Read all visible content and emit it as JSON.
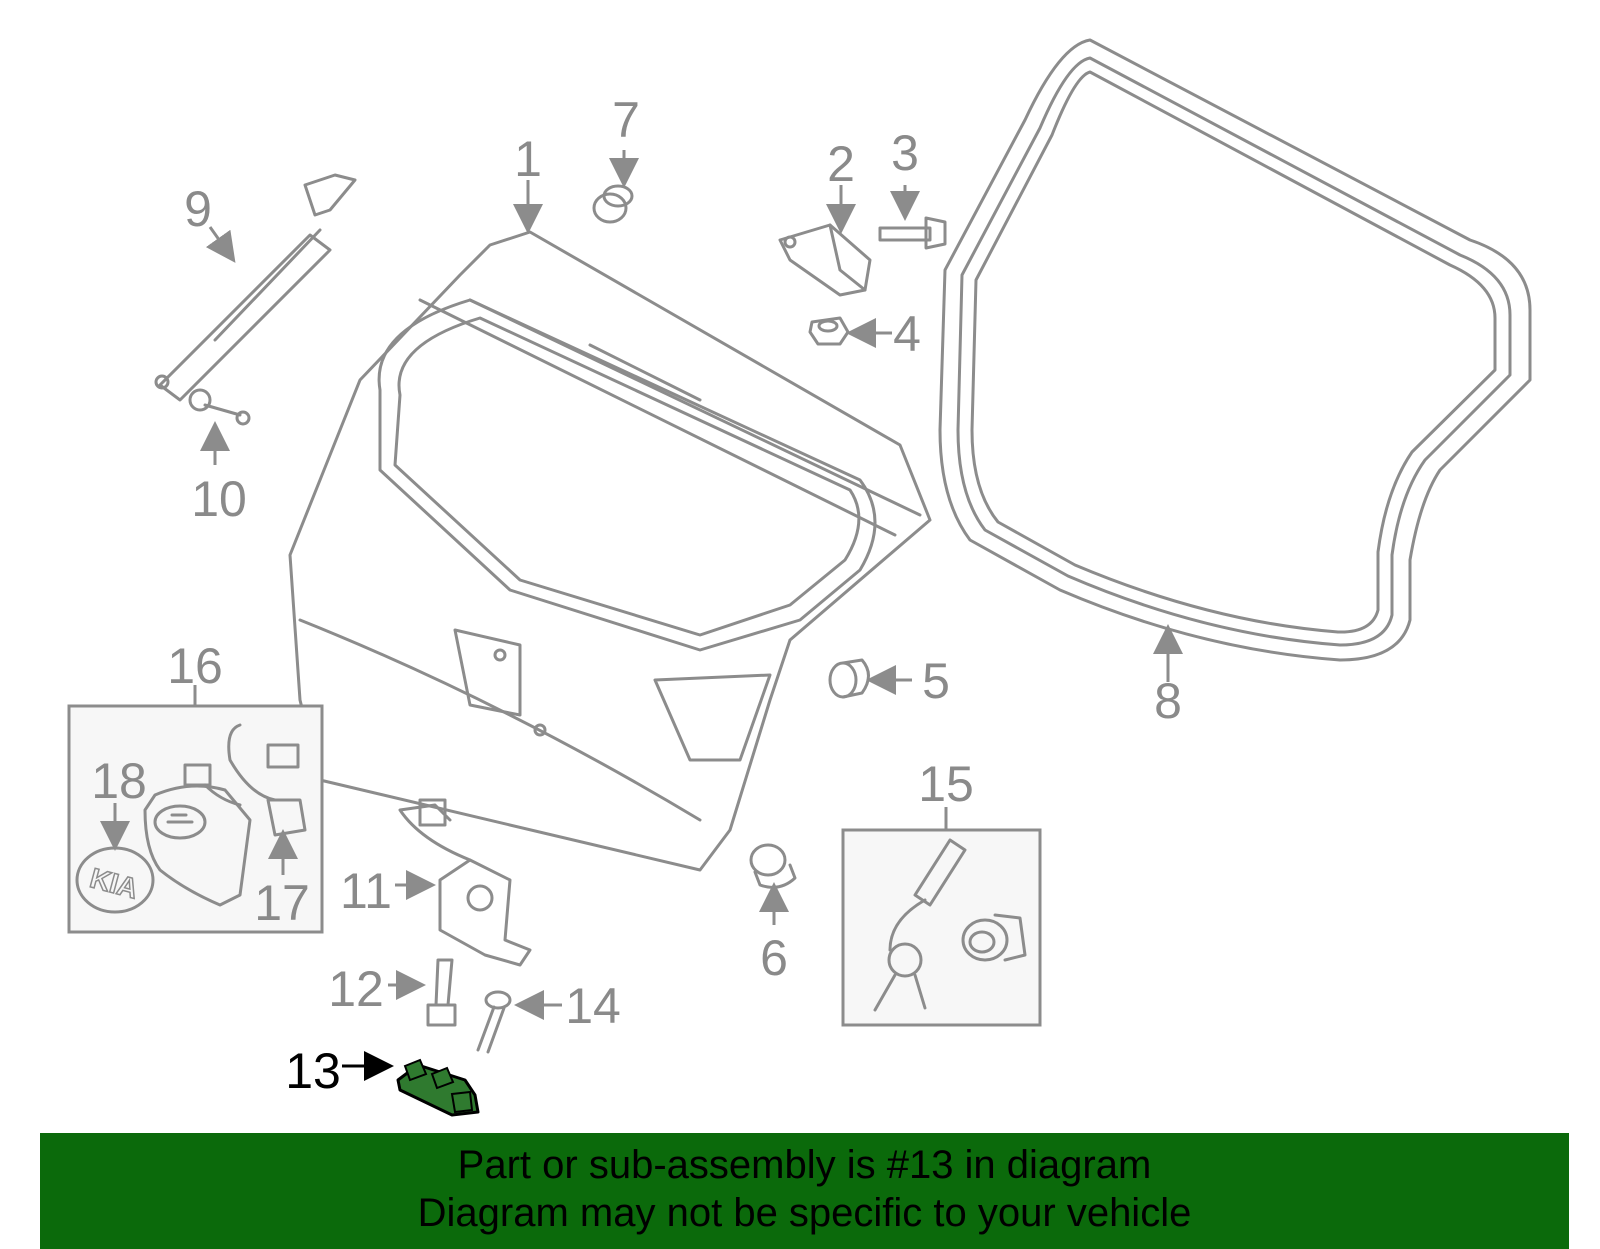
{
  "callouts": {
    "c1": "1",
    "c2": "2",
    "c3": "3",
    "c4": "4",
    "c5": "5",
    "c6": "6",
    "c7": "7",
    "c8": "8",
    "c9": "9",
    "c10": "10",
    "c11": "11",
    "c12": "12",
    "c13": "13",
    "c14": "14",
    "c15": "15",
    "c16": "16",
    "c17": "17",
    "c18": "18"
  },
  "highlight_part": "13",
  "colors": {
    "banner": "#0b6a0b",
    "highlight_part": "#2f7a2f",
    "line": "#8c8c8c"
  },
  "emblem_text": "KIA",
  "banner": {
    "line1": "Part or sub-assembly is #13 in diagram",
    "line2": "Diagram may not be specific to your vehicle"
  }
}
